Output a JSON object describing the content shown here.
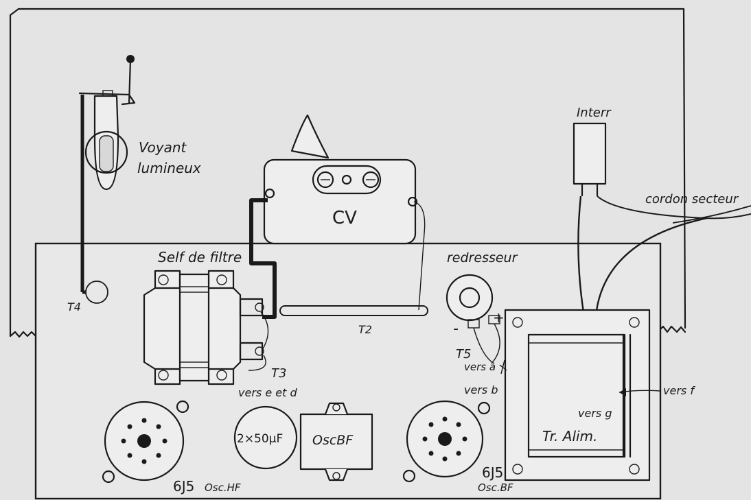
{
  "labels": {
    "voyant_line1": "Voyant",
    "voyant_line2": "lumineux",
    "cv": "CV",
    "interr": "Interr",
    "cordon": "cordon secteur",
    "self": "Self de filtre",
    "redresseur": "redresseur",
    "t4": "T4",
    "t2": "T2",
    "t3": "T3",
    "t5": "T5",
    "vers_ed": "vers e et d",
    "vers_a": "vers a",
    "vers_b": "vers b",
    "vers_f": "vers f",
    "vers_g": "vers g",
    "minus": "-",
    "plus": "+",
    "cap": "2×50μF",
    "oscbf": "OscBF",
    "tube_left": "6J5",
    "tube_left_sub": "Osc.HF",
    "tube_right": "6J5",
    "tube_right_sub": "Osc.BF",
    "tralim": "Tr. Alim."
  }
}
